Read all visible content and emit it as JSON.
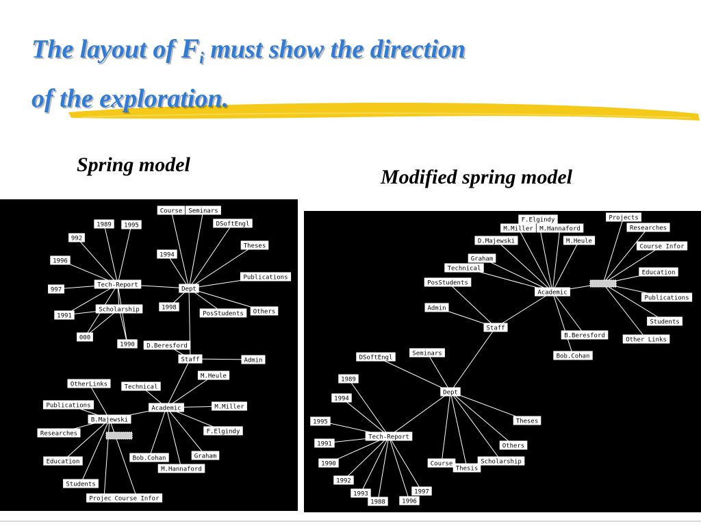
{
  "slide": {
    "title_part1": "The layout of ",
    "title_var": "F",
    "title_sub": "i",
    "title_part2": " must show the direction",
    "title_line2": "of the exploration.",
    "highlight_color": "#f3c300",
    "title_color": "#2f7bd6"
  },
  "left_diagram": {
    "caption": "Spring model",
    "nodes": [
      "Course",
      "Seminars",
      "1989",
      "1995",
      "DSoftEngl",
      "992",
      "Theses",
      "1994",
      "1996",
      "Tech-Report",
      "Dept",
      "Publications",
      "997",
      "Scholarship",
      "1998",
      "Others",
      "1991",
      "PosStudents",
      "000",
      "1990",
      "D.Beresford",
      "Staff",
      "Admin",
      "OtherLinks",
      "M.Heule",
      "Technical",
      "Publications",
      "Academic",
      "M.Miller",
      "B.Majewski",
      "Researches",
      "F.Elgindy",
      "Education",
      "Bob.Cohan",
      "Graham",
      "M.Hannaford",
      "Students",
      "Projects",
      "Course Infor"
    ]
  },
  "right_diagram": {
    "caption": "Modified spring model",
    "nodes": [
      "F.Elgindy",
      "Projects",
      "M.Miller",
      "M.Hannaford",
      "Researches",
      "D.Majewski",
      "M.Heule",
      "Course Infor",
      "Graham",
      "Technical",
      "Education",
      "PosStudents",
      "Academic",
      "Publications",
      "Admin",
      "Students",
      "Staff",
      "B.Beresford",
      "Other Links",
      "Bob.Cohan",
      "Seminars",
      "DSoftEngl",
      "1989",
      "Dept",
      "1994",
      "Theses",
      "1995",
      "Tech-Report",
      "1991",
      "Others",
      "Course",
      "Scholarship",
      "1990",
      "Thesis",
      "1992",
      "1997",
      "1993",
      "1988",
      "1996"
    ]
  }
}
